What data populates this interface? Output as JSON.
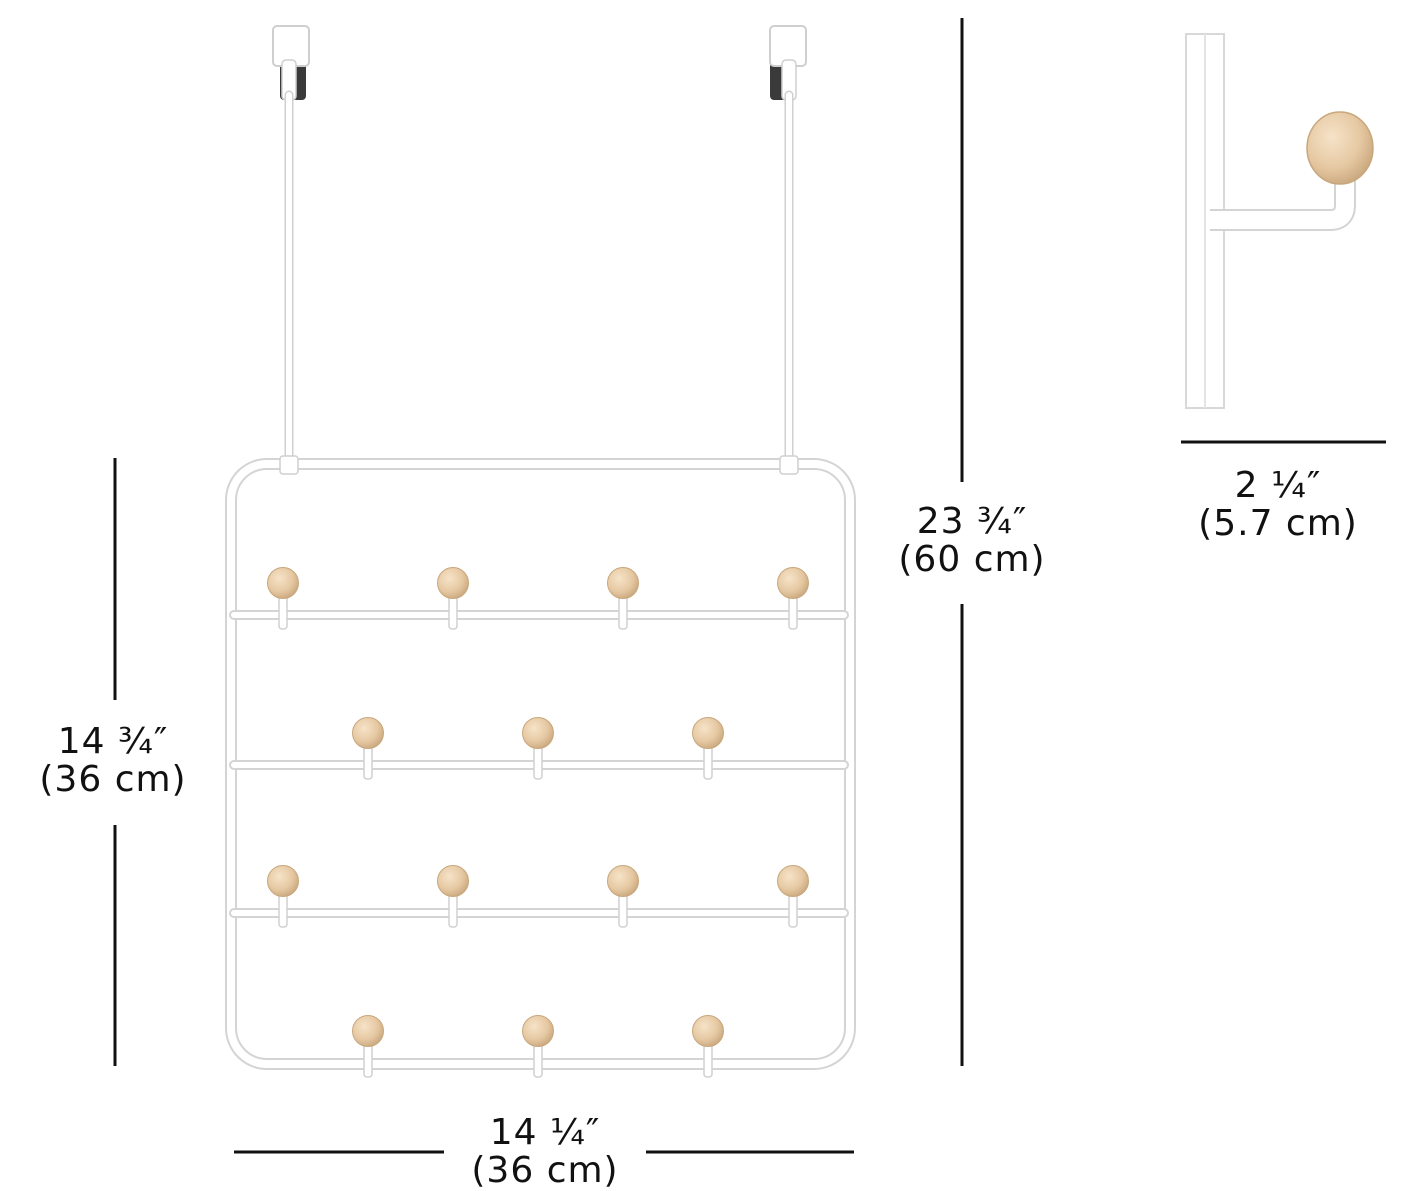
{
  "dimensions": {
    "total_height": {
      "imperial": "23 ¾″",
      "metric": "(60 cm)"
    },
    "rack_height": {
      "imperial": "14 ¾″",
      "metric": "(36 cm)"
    },
    "rack_width": {
      "imperial": "14 ¼″",
      "metric": "(36 cm)"
    },
    "hook_depth": {
      "imperial": "2 ¼″",
      "metric": "(5.7 cm)"
    }
  },
  "colors": {
    "frame": "#ffffff",
    "frame_outline": "#d4d4d4",
    "knob_wood": "#e6c9a3",
    "dimension_line": "#111111",
    "clip_dark": "#3a3a3a"
  },
  "rack": {
    "rows": 4,
    "knobs_per_row": [
      4,
      3,
      4,
      3
    ],
    "total_knobs": 14
  }
}
